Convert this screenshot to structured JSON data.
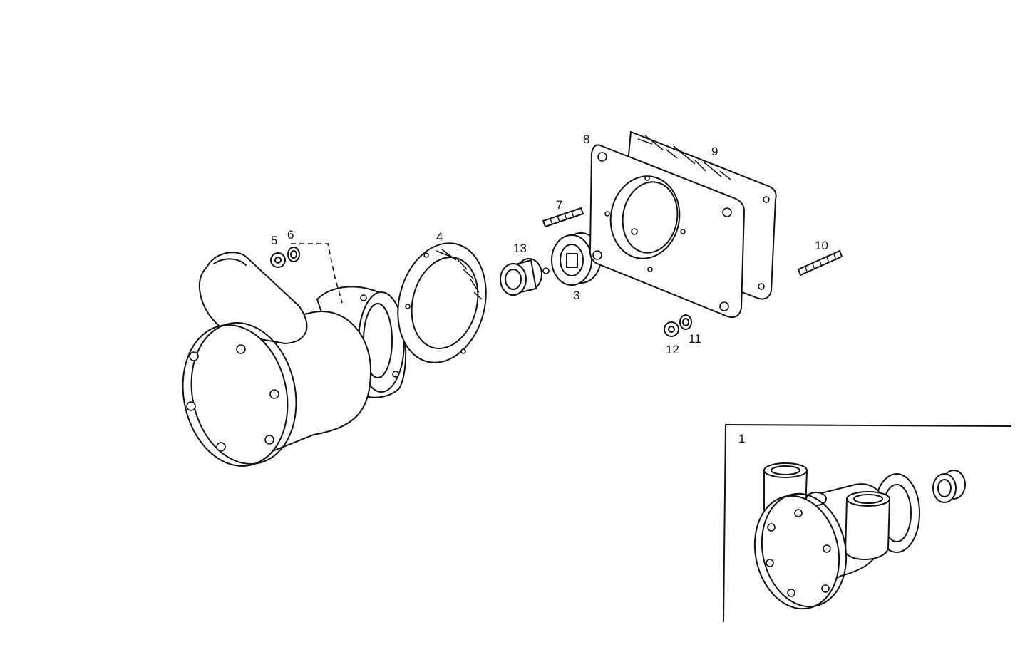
{
  "callouts": {
    "c1": "1",
    "c3": "3",
    "c4": "4",
    "c5": "5",
    "c6": "6",
    "c7": "7",
    "c8": "8",
    "c9": "9",
    "c10": "10",
    "c11": "11",
    "c12": "12",
    "c13": "13"
  }
}
